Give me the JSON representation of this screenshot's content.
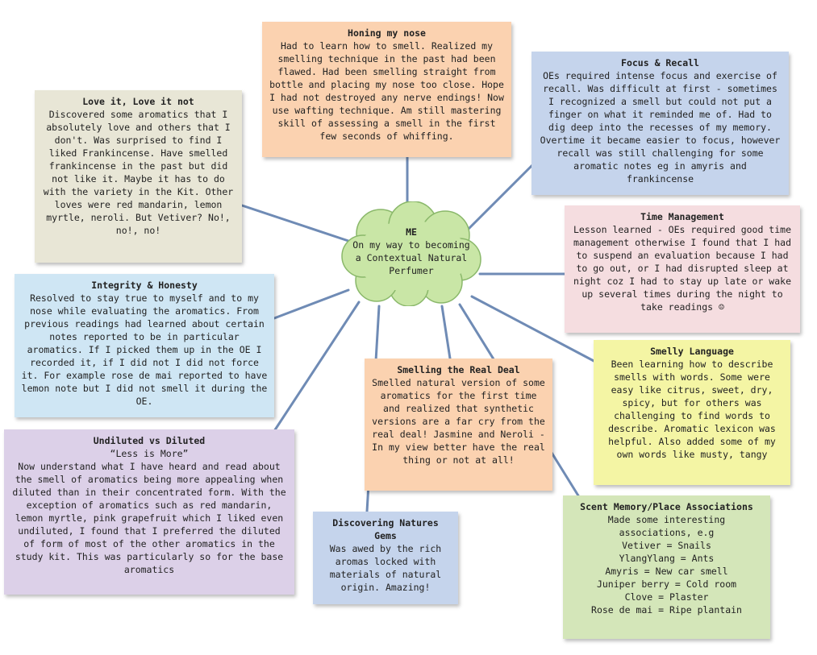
{
  "center": {
    "title": "ME",
    "text": "On my way to becoming a Contextual Natural Perfumer"
  },
  "colors": {
    "peach": "#fbd2b0",
    "blue": "#c5d4ec",
    "beige": "#e8e6d6",
    "pink": "#f5dde0",
    "lightblue": "#cfe6f4",
    "yellow": "#f4f5a4",
    "purple": "#dcd0e8",
    "green": "#d4e6b9",
    "cloud": "#c9e6a6",
    "line": "#6f8bb5"
  },
  "nodes": {
    "honing": {
      "title": "Honing my nose",
      "body": "Had to learn how to smell. Realized my smelling technique in the past had been flawed. Had been smelling straight from bottle and placing my nose too close. Hope I had not destroyed any nerve endings! Now use wafting technique. Am still mastering skill of assessing a smell in the first few seconds of whiffing."
    },
    "focus": {
      "title": "Focus & Recall",
      "body": "OEs required intense focus and exercise of recall. Was difficult at first - sometimes I recognized a smell but could not put a finger on what it reminded me of. Had to dig deep into the recesses of my memory. Overtime it became easier to focus, however recall was still challenging for some aromatic notes eg in amyris and frankincense"
    },
    "love": {
      "title": "Love it, Love it not",
      "body": "Discovered some aromatics that I absolutely love and others that I don't. Was surprised to find I liked Frankincense. Have smelled frankincense in the past but did not like it. Maybe it has to do with the variety in the Kit. Other loves were red mandarin, lemon myrtle, neroli. But Vetiver? No!, no!, no!"
    },
    "time": {
      "title": "Time Management",
      "body": "Lesson learned - OEs required good time management otherwise I found that I had to suspend an evaluation because I had to go out, or I had disrupted sleep at night coz I had to stay up late or wake up several times during the night to take readings ☹"
    },
    "integrity": {
      "title": "Integrity & Honesty",
      "body": "Resolved to stay true to myself and to my nose while evaluating the aromatics. From previous readings had learned about certain notes reported to be in particular aromatics. If I picked them up in the OE I recorded it, if I did not I did not force it. For example rose de mai reported to have lemon note but I did not smell it during the OE."
    },
    "smelly": {
      "title": "Smelly Language",
      "body": "Been learning how to describe smells with words. Some were easy like citrus, sweet, dry, spicy, but for others was challenging to find words to describe. Aromatic lexicon was helpful. Also added some of my own words like musty, tangy"
    },
    "real": {
      "title": "Smelling the Real Deal",
      "body": "Smelled natural version of some aromatics for the first time and realized that synthetic versions are a far cry from the real deal! Jasmine and Neroli - In my view better have the real thing or not at all!"
    },
    "undiluted": {
      "title": "Undiluted vs Diluted",
      "subtitle": "“Less is More”",
      "body": "Now understand what I have heard and read about the smell of aromatics being more appealing when diluted than in their concentrated form. With the exception of aromatics such as red mandarin, lemon myrtle, pink grapefruit which I liked even undiluted, I found that I preferred the diluted of form of most of the other aromatics in the study kit. This was particularly so for the base aromatics"
    },
    "gems": {
      "title": "Discovering Natures Gems",
      "body": "Was awed by the rich aromas locked with materials of natural origin. Amazing!"
    },
    "scent": {
      "title": "Scent Memory/Place Associations",
      "intro": "Made some interesting associations, e.g",
      "items": [
        "Vetiver = Snails",
        "YlangYlang = Ants",
        "Amyris = New car smell",
        "Juniper berry = Cold room",
        "Clove = Plaster",
        "Rose de mai = Ripe plantain"
      ]
    }
  }
}
